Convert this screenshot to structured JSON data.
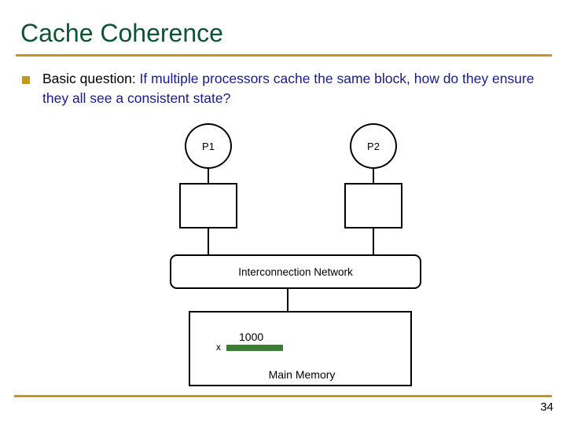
{
  "slide": {
    "title": "Cache Coherence",
    "page_number": "34",
    "colors": {
      "title_green": "#0d5434",
      "rule_gold": "#bf9a23",
      "body_blue": "#1a1a8c",
      "bar_green": "#3a7d33",
      "outline_black": "#000000"
    }
  },
  "bullet": {
    "marker": "square-bullet",
    "lead": "Basic question:",
    "rest": " If multiple processors cache the same block, how do they ensure they all see a consistent state?"
  },
  "diagram": {
    "processors": [
      {
        "label": "P1"
      },
      {
        "label": "P2"
      }
    ],
    "caches": [
      {
        "label": ""
      },
      {
        "label": ""
      }
    ],
    "network": {
      "label": "Interconnection Network"
    },
    "memory": {
      "caption": "Main Memory",
      "variable": "x",
      "value": "1000"
    }
  }
}
